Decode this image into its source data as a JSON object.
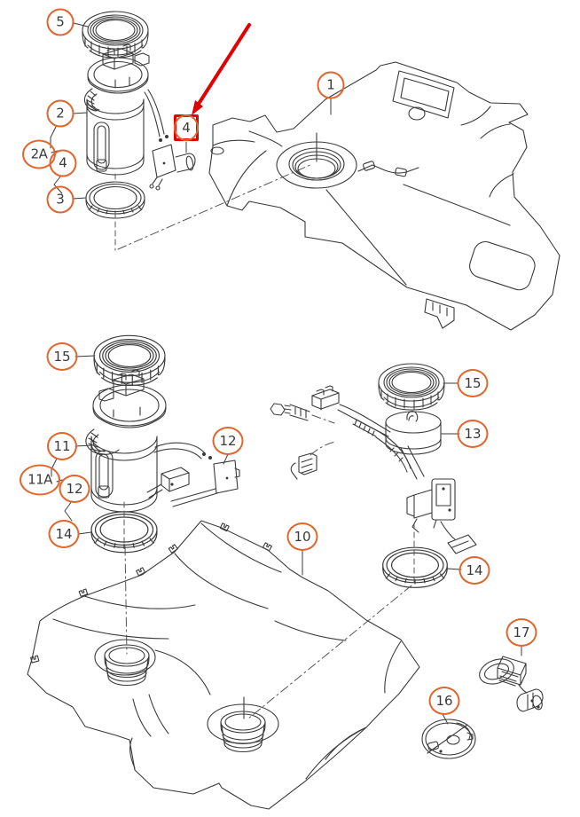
{
  "colors": {
    "background": "#ffffff",
    "line": "#3a3a3a",
    "callout": "#e0662e",
    "highlight": "#e10000"
  },
  "callouts": [
    {
      "label": "5"
    },
    {
      "label": "2"
    },
    {
      "label": "2A"
    },
    {
      "label": "4"
    },
    {
      "label": "3"
    },
    {
      "label": "4",
      "highlighted": true
    },
    {
      "label": "1"
    },
    {
      "label": "15"
    },
    {
      "label": "11"
    },
    {
      "label": "11A"
    },
    {
      "label": "12"
    },
    {
      "label": "12"
    },
    {
      "label": "14"
    },
    {
      "label": "15"
    },
    {
      "label": "13"
    },
    {
      "label": "14"
    },
    {
      "label": "10"
    },
    {
      "label": "17"
    },
    {
      "label": "16"
    }
  ]
}
